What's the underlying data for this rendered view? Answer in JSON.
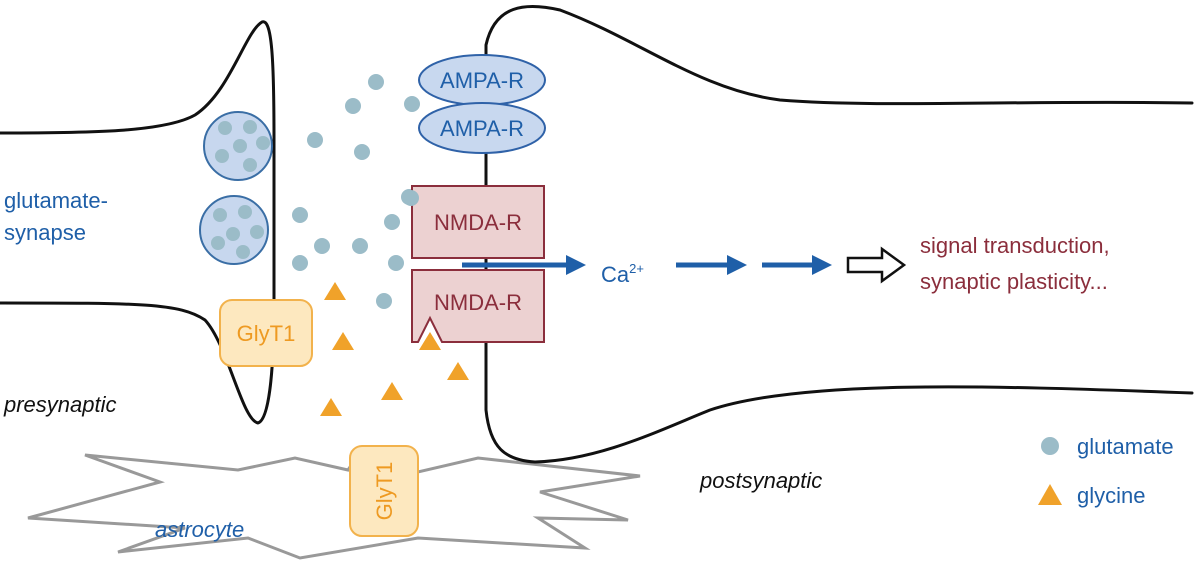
{
  "labels": {
    "synapse_line1": "glutamate-",
    "synapse_line2": "synapse",
    "presynaptic": "presynaptic",
    "postsynaptic": "postsynaptic",
    "astrocyte": "astrocyte",
    "glyt1_pre": "GlyT1",
    "glyt1_astro": "GlyT1",
    "ampa_top": "AMPA-R",
    "ampa_bottom": "AMPA-R",
    "nmda_top": "NMDA-R",
    "nmda_bottom": "NMDA-R",
    "calcium": "Ca",
    "calcium_sup": "2+",
    "result_line1": "signal transduction,",
    "result_line2": "synaptic plasticity..."
  },
  "legend": {
    "glutamate": "glutamate",
    "glycine": "glycine"
  },
  "colors": {
    "outline": "#111111",
    "blue_text": "#1f5fa8",
    "glutamate": "#9bbcc8",
    "vesicle_fill": "#c7d7ee",
    "vesicle_stroke": "#3a6ea5",
    "ampa_fill": "#c8d8ef",
    "ampa_stroke": "#2f62a8",
    "nmda_fill": "#ecd1d1",
    "nmda_stroke": "#8b2e3c",
    "nmda_text": "#8b2e3c",
    "glycine": "#f0a22a",
    "glyt1_fill": "#fde8bf",
    "glyt1_stroke": "#f2b24c",
    "glyt1_text": "#ee9a22",
    "arrow": "#1f5fa8",
    "result_text": "#8b2e3c",
    "astrocyte_stroke": "#999999"
  }
}
